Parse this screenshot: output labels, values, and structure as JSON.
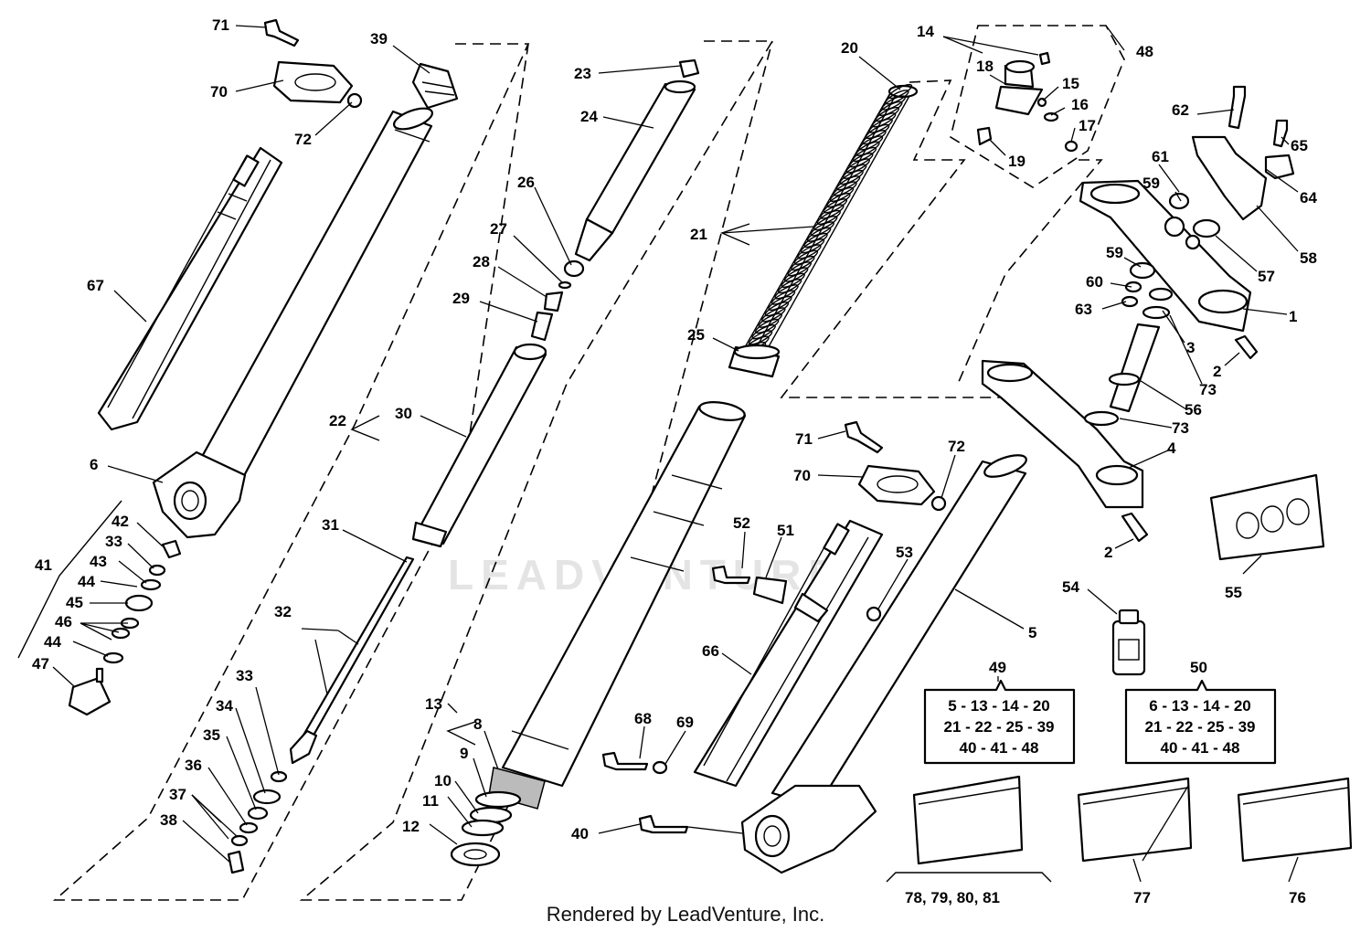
{
  "diagram": {
    "watermark": "LEADVENTURE",
    "footer": "Rendered by LeadVenture, Inc.",
    "labels": {
      "p1": "1",
      "p2a": "2",
      "p2b": "2",
      "p3": "3",
      "p4": "4",
      "p5": "5",
      "p6": "6",
      "p8": "8",
      "p9": "9",
      "p10": "10",
      "p11": "11",
      "p12": "12",
      "p13": "13",
      "p14": "14",
      "p15": "15",
      "p16": "16",
      "p17": "17",
      "p18": "18",
      "p19": "19",
      "p20": "20",
      "p21": "21",
      "p22": "22",
      "p23": "23",
      "p24": "24",
      "p25": "25",
      "p26": "26",
      "p27": "27",
      "p28": "28",
      "p29": "29",
      "p30": "30",
      "p31": "31",
      "p32": "32",
      "p33a": "33",
      "p33b": "33",
      "p34": "34",
      "p35": "35",
      "p36": "36",
      "p37": "37",
      "p38": "38",
      "p39": "39",
      "p40": "40",
      "p41": "41",
      "p42": "42",
      "p43": "43",
      "p44a": "44",
      "p44b": "44",
      "p45": "45",
      "p46": "46",
      "p47": "47",
      "p48": "48",
      "p49": "49",
      "p50": "50",
      "p51": "51",
      "p52": "52",
      "p53": "53",
      "p54": "54",
      "p55": "55",
      "p56": "56",
      "p57": "57",
      "p58": "58",
      "p59a": "59",
      "p59b": "59",
      "p60": "60",
      "p61": "61",
      "p62": "62",
      "p63": "63",
      "p64": "64",
      "p65": "65",
      "p66": "66",
      "p67": "67",
      "p68": "68",
      "p69": "69",
      "p70a": "70",
      "p70b": "70",
      "p71a": "71",
      "p71b": "71",
      "p72a": "72",
      "p72b": "72",
      "p73a": "73",
      "p73b": "73",
      "p76": "76",
      "p77": "77",
      "p78_81": "78, 79, 80, 81"
    },
    "kit49": {
      "lines": [
        "5 - 13 - 14 - 20",
        "21 - 22 - 25 - 39",
        "40 - 41 - 48"
      ]
    },
    "kit50": {
      "lines": [
        "6 - 13 - 14 - 20",
        "21 - 22 - 25 - 39",
        "40 - 41 - 48"
      ]
    }
  }
}
